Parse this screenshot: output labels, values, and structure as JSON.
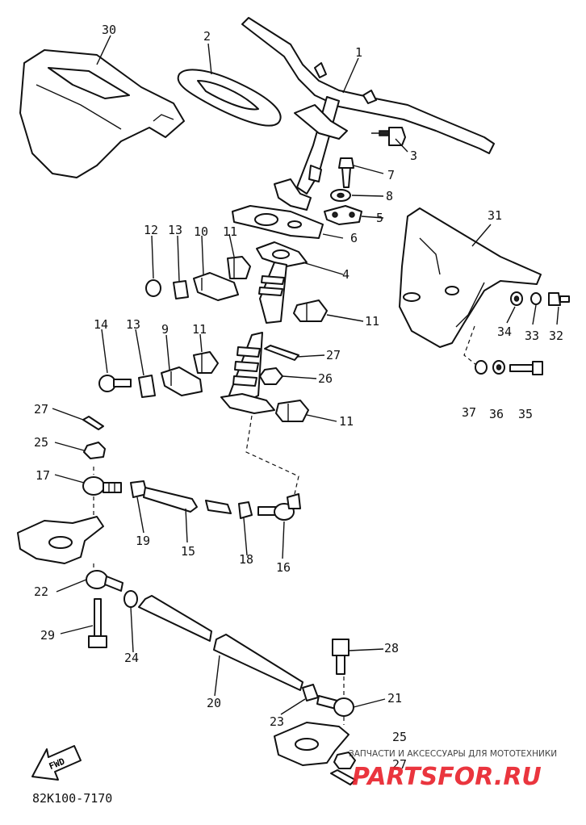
{
  "parts": {
    "p1": "1",
    "p2": "2",
    "p3": "3",
    "p4": "4",
    "p5": "5",
    "p6": "6",
    "p7": "7",
    "p8": "8",
    "p9": "9",
    "p10": "10",
    "p11a": "11",
    "p11b": "11",
    "p11c": "11",
    "p11d": "11",
    "p12": "12",
    "p13a": "13",
    "p13b": "13",
    "p14": "14",
    "p15": "15",
    "p16": "16",
    "p17": "17",
    "p18": "18",
    "p19": "19",
    "p20": "20",
    "p21": "21",
    "p22": "22",
    "p23": "23",
    "p24": "24",
    "p25a": "25",
    "p25b": "25",
    "p26": "26",
    "p27a": "27",
    "p27b": "27",
    "p27c": "27",
    "p28": "28",
    "p29": "29",
    "p30": "30",
    "p31": "31",
    "p32": "32",
    "p33": "33",
    "p34": "34",
    "p35": "35",
    "p36": "36",
    "p37": "37"
  },
  "diagram_code": "82K100-7170",
  "fwd_label": "FWD",
  "watermark": {
    "tagline": "ЗАПЧАСТИ И АКСЕССУАРЫ ДЛЯ МОТОТЕХНИКИ",
    "brand": "PARTSFOR.RU",
    "brand_color": "#e8202a"
  }
}
